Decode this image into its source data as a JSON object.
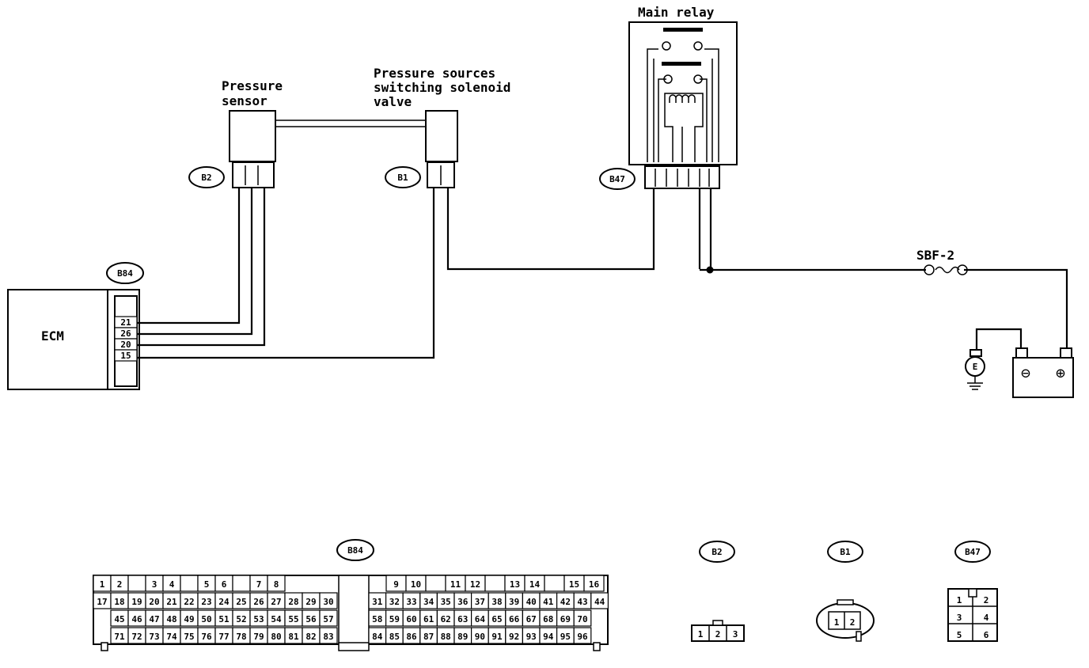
{
  "components": {
    "main_relay": "Main relay",
    "pressure_sensor_l1": "Pressure",
    "pressure_sensor_l2": "sensor",
    "solenoid_l1": "Pressure sources",
    "solenoid_l2": "switching solenoid",
    "solenoid_l3": "valve",
    "ecm": "ECM",
    "fuse": "SBF-2",
    "ground": "E"
  },
  "connectors": {
    "b2": "B2",
    "b1": "B1",
    "b47": "B47",
    "b84": "B84"
  },
  "ecm_pins": [
    "21",
    "26",
    "20",
    "15"
  ],
  "battery": {
    "neg": "⊖",
    "pos": "⊕"
  },
  "faces": {
    "b84": {
      "tag": "B84",
      "row1a": [
        "1",
        "2",
        "",
        "3",
        "4",
        "",
        "5",
        "6",
        "",
        "7",
        "8"
      ],
      "row1b": [
        "9",
        "10",
        "",
        "11",
        "12",
        "",
        "13",
        "14",
        "",
        "15",
        "16"
      ],
      "row2a": [
        "17",
        "18",
        "19",
        "20",
        "21",
        "22",
        "23",
        "24",
        "25",
        "26",
        "27",
        "28",
        "29",
        "30"
      ],
      "row2b": [
        "31",
        "32",
        "33",
        "34",
        "35",
        "36",
        "37",
        "38",
        "39",
        "40",
        "41",
        "42",
        "43",
        "44"
      ],
      "row3a": [
        "45",
        "46",
        "47",
        "48",
        "49",
        "50",
        "51",
        "52",
        "53",
        "54",
        "55",
        "56",
        "57"
      ],
      "row3b": [
        "58",
        "59",
        "60",
        "61",
        "62",
        "63",
        "64",
        "65",
        "66",
        "67",
        "68",
        "69",
        "70"
      ],
      "row4a": [
        "71",
        "72",
        "73",
        "74",
        "75",
        "76",
        "77",
        "78",
        "79",
        "80",
        "81",
        "82",
        "83"
      ],
      "row4b": [
        "84",
        "85",
        "86",
        "87",
        "88",
        "89",
        "90",
        "91",
        "92",
        "93",
        "94",
        "95",
        "96"
      ]
    },
    "b2": {
      "tag": "B2",
      "pins": [
        "1",
        "2",
        "3"
      ]
    },
    "b1": {
      "tag": "B1",
      "pins": [
        "1",
        "2"
      ]
    },
    "b47": {
      "tag": "B47",
      "pins": [
        "1",
        "2",
        "3",
        "4",
        "5",
        "6"
      ]
    }
  }
}
